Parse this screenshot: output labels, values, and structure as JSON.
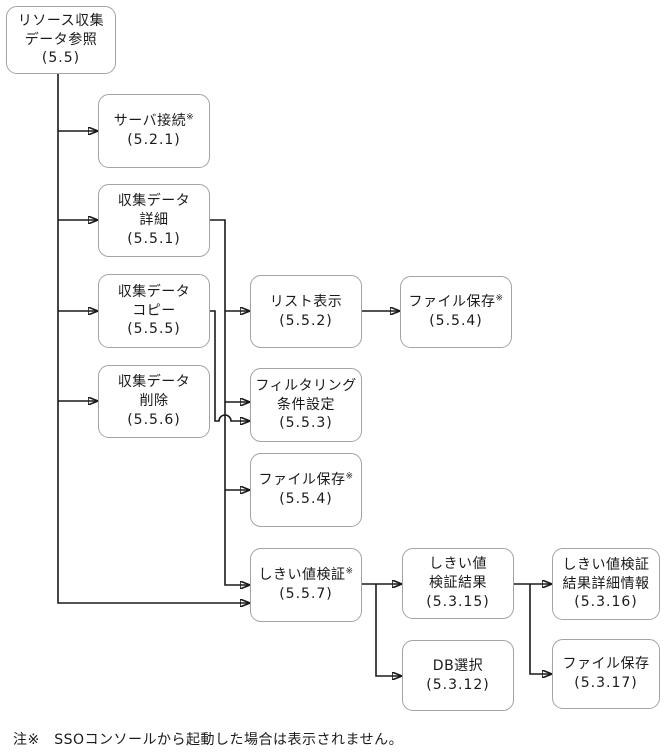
{
  "diagram_title": "window-transition-diagram",
  "nodes": [
    {
      "id": "5.5",
      "lines": [
        "リソース収集",
        "データ参照"
      ],
      "ref": "(5.5)"
    },
    {
      "id": "5.2.1",
      "lines": [
        "サーバ接続"
      ],
      "sup": "※",
      "ref": "(5.2.1)"
    },
    {
      "id": "5.5.1",
      "lines": [
        "収集データ",
        "詳細"
      ],
      "ref": "(5.5.1)"
    },
    {
      "id": "5.5.5",
      "lines": [
        "収集データ",
        "コピー"
      ],
      "ref": "(5.5.5)"
    },
    {
      "id": "5.5.6",
      "lines": [
        "収集データ",
        "削除"
      ],
      "ref": "(5.5.6)"
    },
    {
      "id": "5.5.2",
      "lines": [
        "リスト表示"
      ],
      "ref": "(5.5.2)"
    },
    {
      "id": "5.5.4a",
      "lines": [
        "ファイル保存"
      ],
      "sup": "※",
      "ref": "(5.5.4)"
    },
    {
      "id": "5.5.3",
      "lines": [
        "フィルタリング",
        "条件設定"
      ],
      "ref": "(5.5.3)"
    },
    {
      "id": "5.5.4b",
      "lines": [
        "ファイル保存"
      ],
      "sup": "※",
      "ref": "(5.5.4)"
    },
    {
      "id": "5.5.7",
      "lines": [
        "しきい値検証"
      ],
      "sup": "※",
      "ref": "(5.5.7)"
    },
    {
      "id": "5.3.15",
      "lines": [
        "しきい値",
        "検証結果"
      ],
      "ref": "(5.3.15)"
    },
    {
      "id": "5.3.16",
      "lines": [
        "しきい値検証",
        "結果詳細情報"
      ],
      "ref": "(5.3.16)"
    },
    {
      "id": "5.3.12",
      "lines": [
        "DB選択"
      ],
      "ref": "(5.3.12)"
    },
    {
      "id": "5.3.17",
      "lines": [
        "ファイル保存"
      ],
      "ref": "(5.3.17)"
    }
  ],
  "edges": [
    {
      "from": "5.5",
      "to": "5.2.1"
    },
    {
      "from": "5.5",
      "to": "5.5.1"
    },
    {
      "from": "5.5",
      "to": "5.5.5"
    },
    {
      "from": "5.5",
      "to": "5.5.6"
    },
    {
      "from": "5.5",
      "to": "5.5.7"
    },
    {
      "from": "5.5.1",
      "to": "5.5.2"
    },
    {
      "from": "5.5.1",
      "to": "5.5.3"
    },
    {
      "from": "5.5.1",
      "to": "5.5.4"
    },
    {
      "from": "5.5.1",
      "to": "5.5.7"
    },
    {
      "from": "5.5.5",
      "to": "5.5.3"
    },
    {
      "from": "5.5.2",
      "to": "5.5.4"
    },
    {
      "from": "5.5.7",
      "to": "5.3.15"
    },
    {
      "from": "5.5.7",
      "to": "5.3.12"
    },
    {
      "from": "5.3.15",
      "to": "5.3.16"
    },
    {
      "from": "5.3.15",
      "to": "5.3.17"
    }
  ],
  "note": "注※　SSOコンソールから起動した場合は表示されません。",
  "colors": {
    "line": "#1a1a1a",
    "box_border": "#a3a3a3",
    "background": "#ffffff"
  }
}
